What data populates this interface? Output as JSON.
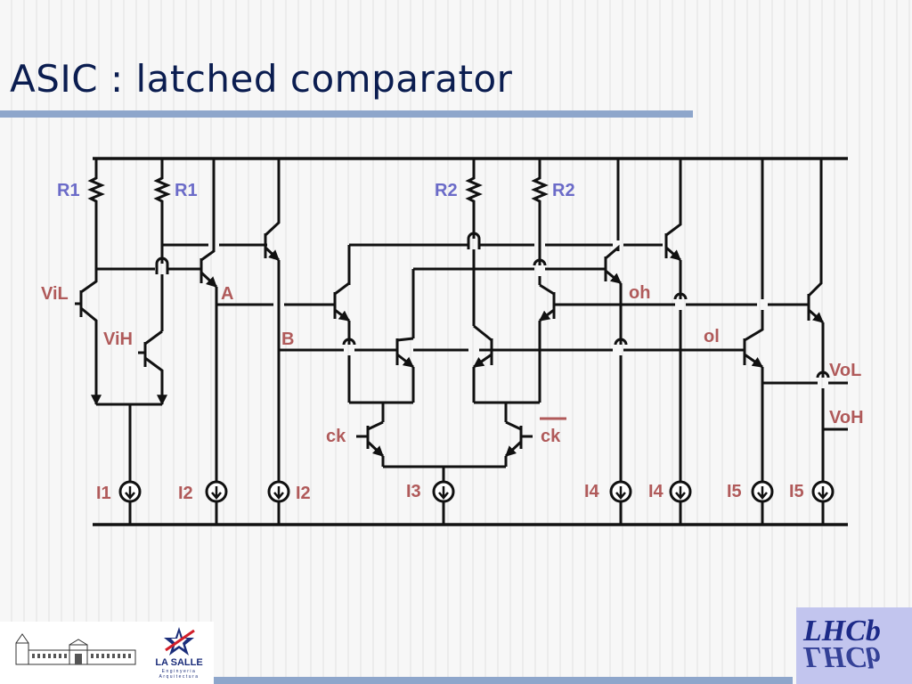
{
  "slide": {
    "title": "ASIC : latched comparator"
  },
  "diagram": {
    "resistors": [
      "R1",
      "R1",
      "R2",
      "R2"
    ],
    "inputs": [
      "ViL",
      "ViH"
    ],
    "nodes": [
      "A",
      "B",
      "oh",
      "ol"
    ],
    "clocks": [
      "ck",
      "ck"
    ],
    "outputs": [
      "VoL",
      "VoH"
    ],
    "current_sources": [
      "I1",
      "I2",
      "I2",
      "I3",
      "I4",
      "I4",
      "I5",
      "I5"
    ]
  },
  "logos": {
    "lasalle": {
      "name": "LA SALLE",
      "line1": "Enginyeria",
      "line2": "Arquitectura"
    },
    "lhcb": {
      "text": "LHCb"
    }
  },
  "colors": {
    "title": "#0b1d50",
    "accent_rule": "#8ea6cb",
    "wire": "#111111",
    "resistor_label": "#6b6bc8",
    "signal_label": "#b05a5a"
  }
}
